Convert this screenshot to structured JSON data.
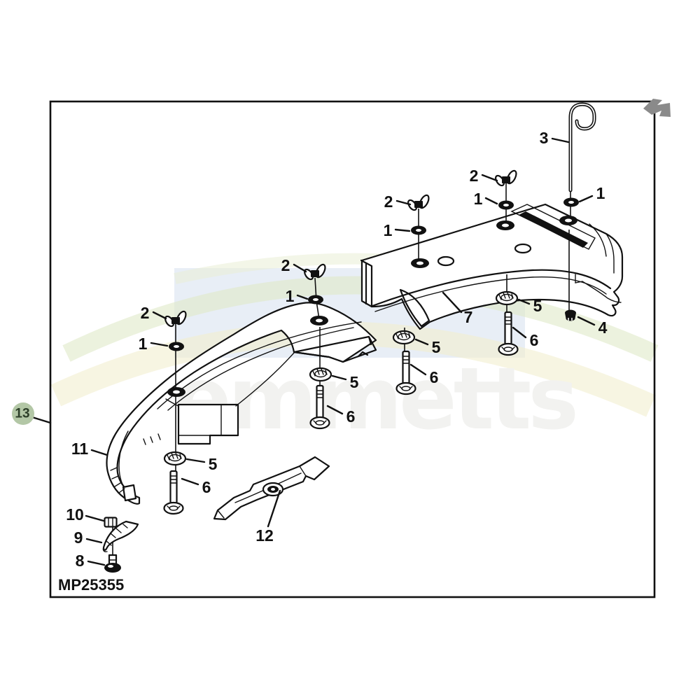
{
  "figure": {
    "type": "exploded-parts-diagram",
    "code": "MP25355",
    "external_callout": {
      "label": "13",
      "badge_fill": "#b3c7a6",
      "text_color": "#2c3e28"
    },
    "callouts": [
      {
        "label": "3",
        "part": "lift-rod"
      },
      {
        "label": "2",
        "part": "wing-nut"
      },
      {
        "label": "1",
        "part": "flat-washer"
      },
      {
        "label": "1",
        "part": "flat-washer"
      },
      {
        "label": "2",
        "part": "wing-nut"
      },
      {
        "label": "1",
        "part": "flat-washer"
      },
      {
        "label": "7",
        "part": "mulch-cover-right"
      },
      {
        "label": "5",
        "part": "lock-nut"
      },
      {
        "label": "6",
        "part": "carriage-bolt"
      },
      {
        "label": "4",
        "part": "flange-nut"
      },
      {
        "label": "5",
        "part": "lock-nut"
      },
      {
        "label": "6",
        "part": "carriage-bolt"
      },
      {
        "label": "2",
        "part": "wing-nut"
      },
      {
        "label": "1",
        "part": "flat-washer"
      },
      {
        "label": "2",
        "part": "wing-nut"
      },
      {
        "label": "1",
        "part": "flat-washer"
      },
      {
        "label": "5",
        "part": "lock-nut"
      },
      {
        "label": "6",
        "part": "carriage-bolt"
      },
      {
        "label": "11",
        "part": "mulch-cover-left"
      },
      {
        "label": "5",
        "part": "lock-nut"
      },
      {
        "label": "6",
        "part": "carriage-bolt"
      },
      {
        "label": "10",
        "part": "nut"
      },
      {
        "label": "9",
        "part": "blade-stop-clamp"
      },
      {
        "label": "8",
        "part": "bolt"
      },
      {
        "label": "12",
        "part": "mower-blade"
      }
    ]
  },
  "watermark": {
    "text": "emmetts",
    "panel_color": "#e8eef6",
    "swoosh_green": "#dfe9c8",
    "swoosh_yellow": "#f2efcf",
    "text_color": "#f2f2f0"
  },
  "colors": {
    "line": "#111111",
    "frame_border": "#111111",
    "corner_arrow": "#8a8a8a",
    "background": "#ffffff"
  }
}
